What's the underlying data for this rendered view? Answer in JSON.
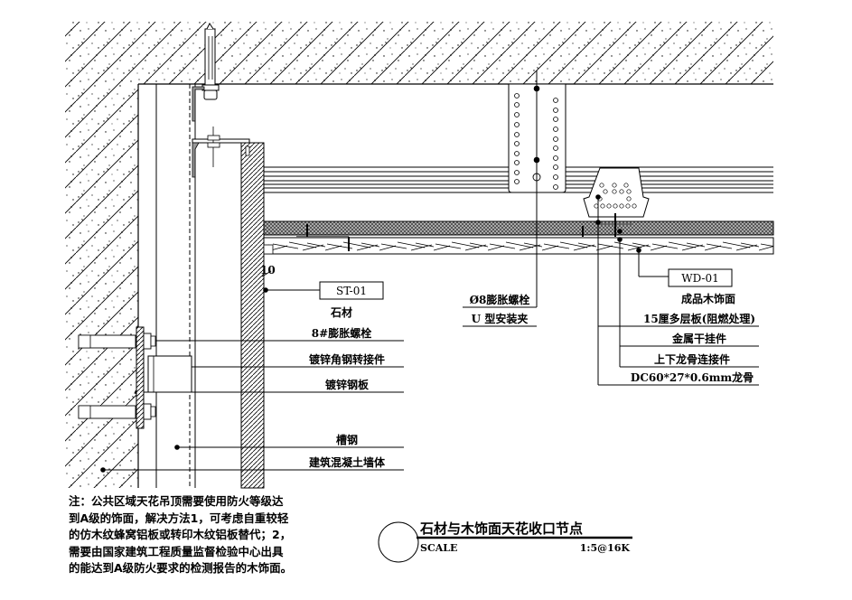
{
  "drawing": {
    "title": "石材与木饰面天花收口节点",
    "scale_label": "SCALE",
    "scale_value": "1:5@16K",
    "dimension": "10"
  },
  "labels": {
    "st_code": "ST-01",
    "stone": "石材",
    "bolt_8": "8#膨胀螺栓",
    "angle_connector": "镀锌角钢转接件",
    "steel_plate": "镀锌钢板",
    "channel_steel": "槽钢",
    "concrete_wall": "建筑混凝土墙体",
    "phi8_bolt": "Ø8膨胀螺栓",
    "u_clip": "U 型安装夹",
    "wd_code": "WD-01",
    "wood_finish": "成品木饰面",
    "plywood": "15厘多层板(阻燃处理)",
    "metal_hanger": "金属干挂件",
    "keel_connector": "上下龙骨连接件",
    "keel": "DC60*27*0.6mm龙骨"
  },
  "note": {
    "lines": [
      "注：公共区域天花吊顶需要使用防火等级达",
      "到A级的饰面，解决方法1，可考虑自重较轻",
      "的仿木纹蜂窝铝板或转印木纹铝板替代；2，",
      "需要由国家建筑工程质量监督检验中心出具",
      "的能达到A级防火要求的检测报告的木饰面。"
    ]
  }
}
